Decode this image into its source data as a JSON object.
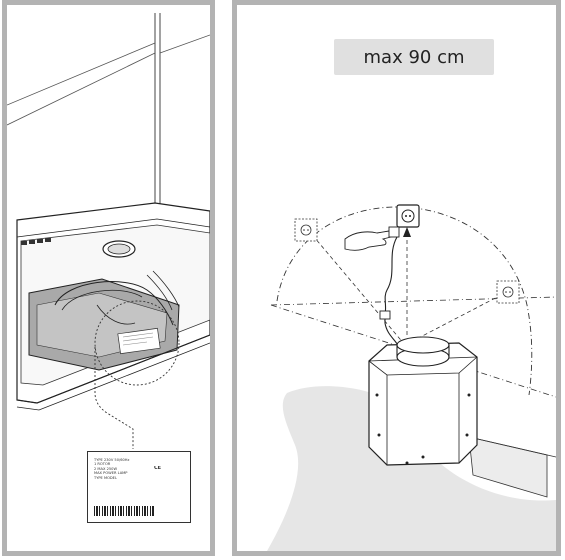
{
  "right_panel": {
    "badge_text": "max 90 cm"
  },
  "left_panel": {
    "rating_label": {
      "lines": [
        "TYPE 230V  50/60Hz",
        "1 ROTOR",
        "2 MAX 250W",
        "MAX POWER  LAMP",
        "TYPE   MODEL"
      ],
      "marks": "CE"
    }
  },
  "colors": {
    "frame": "#b3b3b3",
    "badge_bg": "#e0e0e0",
    "floor_shadow": "#e6e6e6",
    "line": "#222222"
  }
}
